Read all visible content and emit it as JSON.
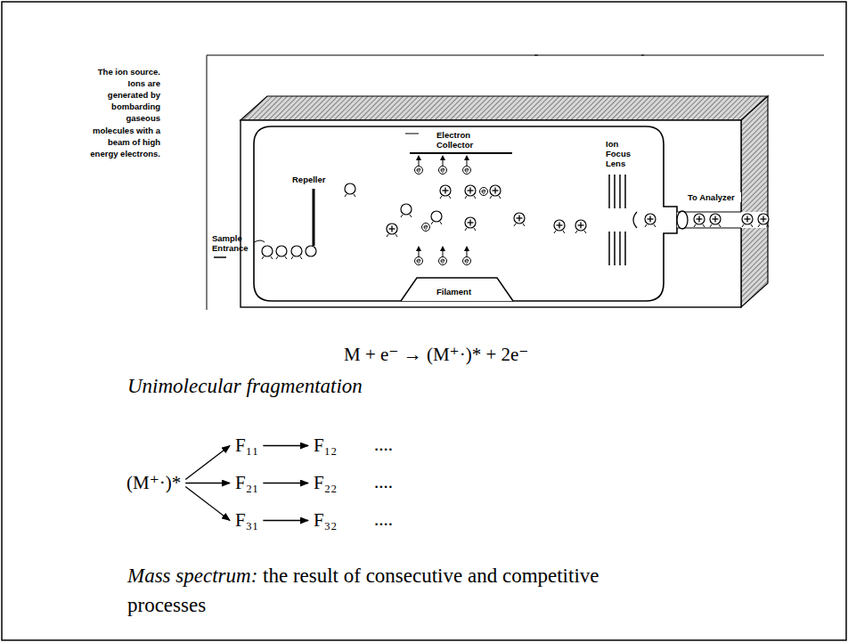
{
  "diagram": {
    "nodes": [
      {
        "text": [
          "(M⁺·)*"
        ]
      },
      {
        "text": [
          "F₁₁"
        ]
      },
      {
        "text": [
          "F₁₂"
        ]
      },
      {
        "text": [
          "F₂₁"
        ]
      },
      {
        "text": [
          "F₂₂"
        ]
      },
      {
        "text": [
          "F₃₁"
        ]
      },
      {
        "text": [
          "F₃₂"
        ]
      }
    ],
    "edges": [
      {
        "from": 0,
        "to": 1,
        "arrow": "to"
      },
      {
        "from": 1,
        "to": 2,
        "arrow": "to"
      },
      {
        "from": 0,
        "to": 3,
        "arrow": "to"
      },
      {
        "from": 3,
        "to": 4,
        "arrow": "to"
      },
      {
        "from": 0,
        "to": 5,
        "arrow": "to"
      },
      {
        "from": 5,
        "to": 6,
        "arrow": "to"
      }
    ],
    "labels": [
      "The ion source. Ions are generated by bombarding gaseous molecules with a beam of high energy electrons.",
      "Electron Collector",
      "Ion Focus Lens",
      "To Analyzer",
      "Repeller",
      "Sample Entrance",
      "Filament",
      "M + e⁻ → (M⁺·)* + 2e⁻",
      "Unimolecular fragmentation",
      "....",
      "....",
      "....",
      "Mass spectrum:",
      "the result of consecutive and competitive processes"
    ]
  }
}
